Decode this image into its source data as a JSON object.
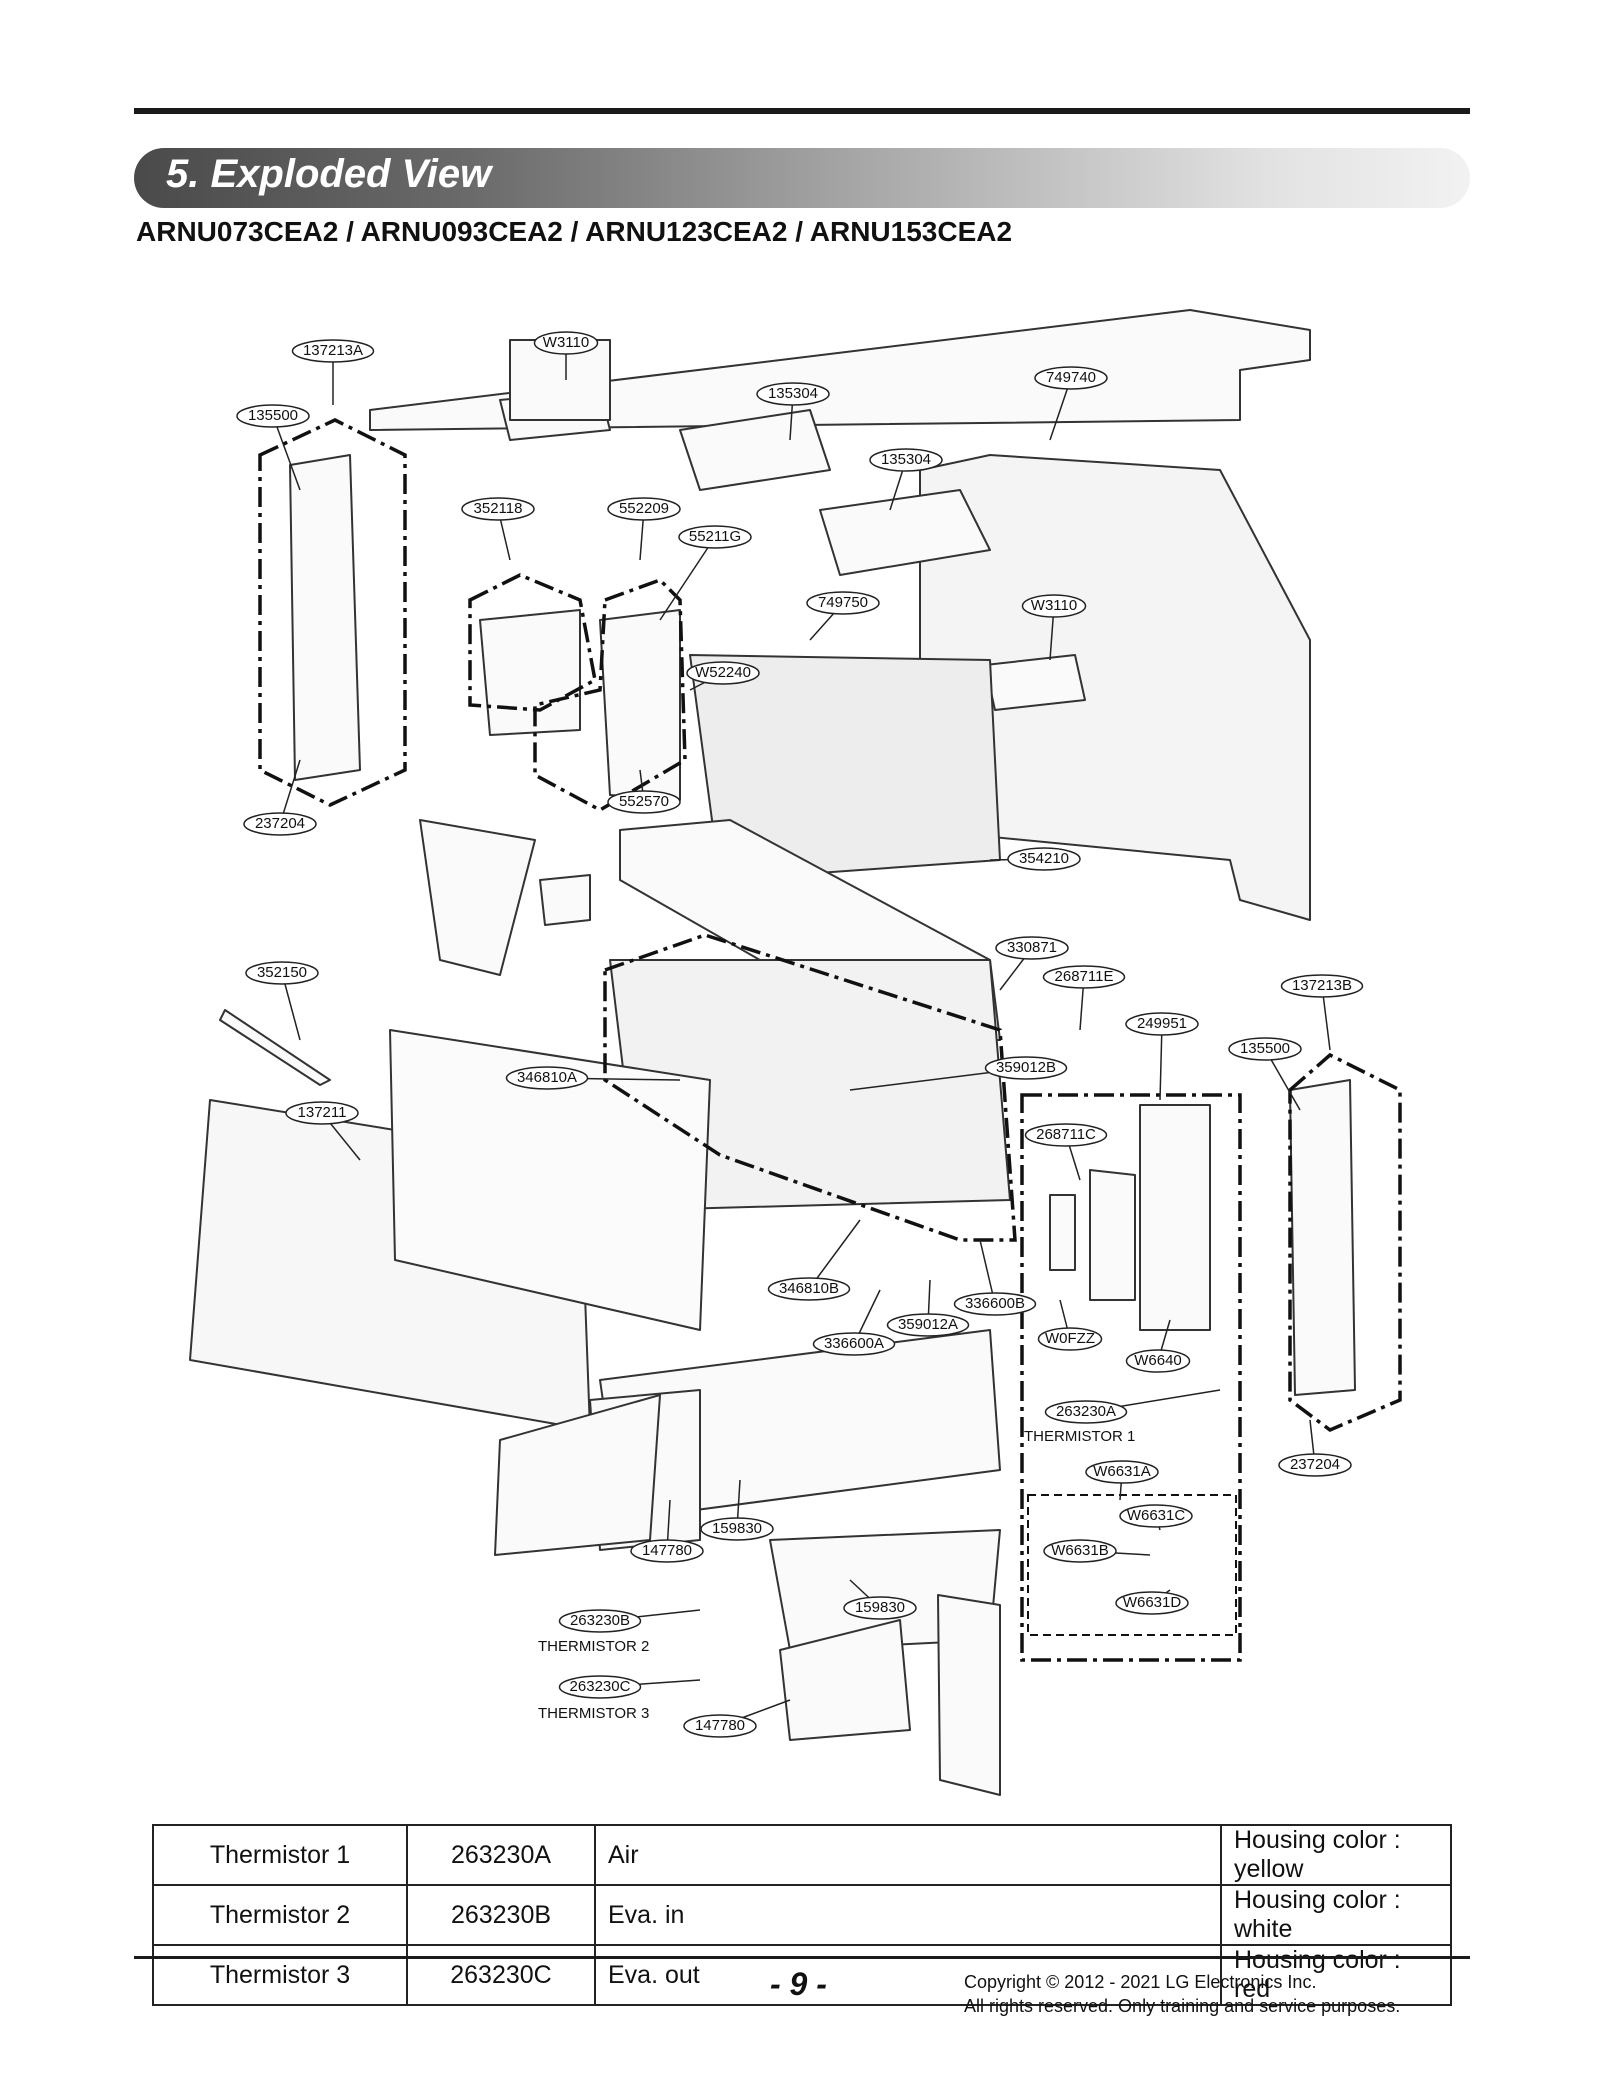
{
  "section_title": "5. Exploded View",
  "models": "ARNU073CEA2 / ARNU093CEA2 / ARNU123CEA2 / ARNU153CEA2",
  "part_labels": [
    "137213A",
    "W3110",
    "135304",
    "749740",
    "135500",
    "135304",
    "352118",
    "552209",
    "55211G",
    "749750",
    "W3110",
    "W52240",
    "552570",
    "237204",
    "354210",
    "330871",
    "352150",
    "268711E",
    "137213B",
    "249951",
    "135500",
    "346810A",
    "359012B",
    "137211",
    "268711C",
    "346810B",
    "336600B",
    "359012A",
    "336600A",
    "W0FZZ",
    "W6640",
    "263230A",
    "W6631A",
    "237204",
    "W6631C",
    "W6631B",
    "159830",
    "147780",
    "W6631D",
    "159830",
    "263230B",
    "263230C",
    "147780"
  ],
  "thermistor_captions": [
    "THERMISTOR 1",
    "THERMISTOR 2",
    "THERMISTOR 3"
  ],
  "legend": [
    {
      "name": "Thermistor 1",
      "code": "263230A",
      "location": "Air",
      "housing": "Housing color : yellow"
    },
    {
      "name": "Thermistor 2",
      "code": "263230B",
      "location": "Eva. in",
      "housing": "Housing color : white"
    },
    {
      "name": "Thermistor 3",
      "code": "263230C",
      "location": "Eva. out",
      "housing": "Housing color : red"
    }
  ],
  "page_number": "- 9 -",
  "copyright_line1": "Copyright © 2012 - 2021 LG Electronics Inc.",
  "copyright_line2": "All rights reserved. Only training and service purposes."
}
